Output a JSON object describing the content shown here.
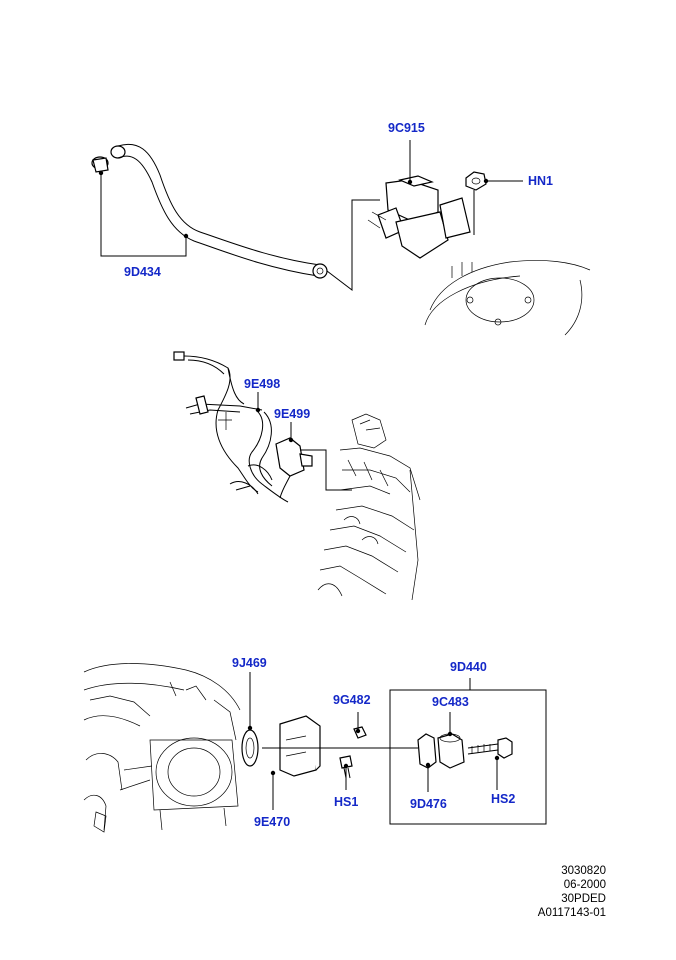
{
  "labels": {
    "p9C915": "9C915",
    "pHN1": "HN1",
    "p9D434": "9D434",
    "p9E498": "9E498",
    "p9E499": "9E499",
    "p9J469": "9J469",
    "p9D440": "9D440",
    "p9G482": "9G482",
    "p9C483": "9C483",
    "pHS1": "HS1",
    "p9E470": "9E470",
    "p9D476": "9D476",
    "pHS2": "HS2"
  },
  "reference": {
    "line1": "3030820",
    "line2": "06-2000",
    "line3": "30PDED",
    "line4": "A0117143-01"
  },
  "colors": {
    "label": "#1428c8",
    "line": "#000000"
  }
}
